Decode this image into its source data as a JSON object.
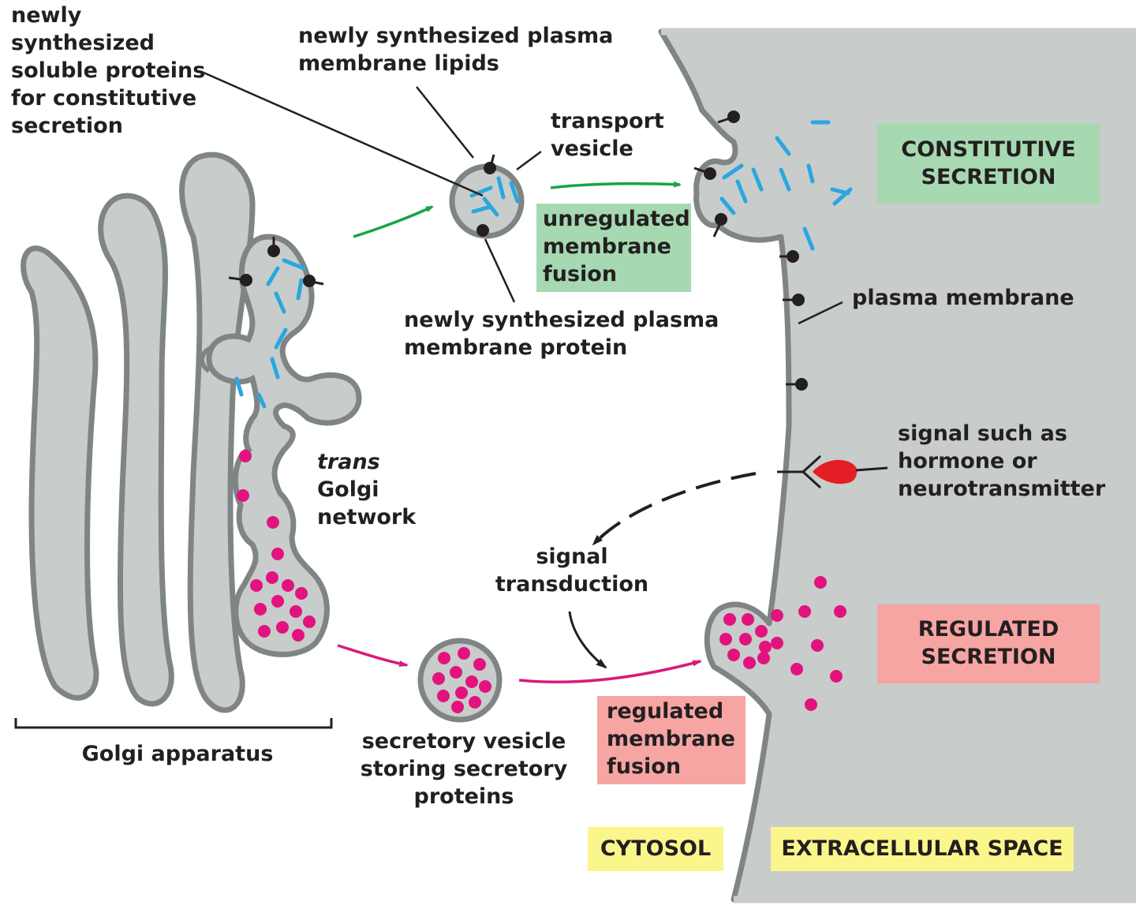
{
  "labels": {
    "soluble_proteins": "newly\nsynthesized\nsoluble proteins\nfor constitutive\nsecretion",
    "membrane_lipids": "newly synthesized plasma\nmembrane lipids",
    "transport_vesicle": "transport\nvesicle",
    "membrane_protein": "newly synthesized plasma\nmembrane protein",
    "trans_word": "trans",
    "golgi_network": "Golgi\nnetwork",
    "plasma_membrane": "plasma membrane",
    "signal": "signal such as\nhormone or\nneurotransmitter",
    "signal_transduction": "signal\ntransduction",
    "golgi_apparatus": "Golgi apparatus",
    "secretory_vesicle": "secretory vesicle\nstoring secretory\nproteins"
  },
  "boxes": {
    "unregulated_fusion": "unregulated\nmembrane\nfusion",
    "constitutive_secretion": "CONSTITUTIVE\nSECRETION",
    "regulated_secretion": "REGULATED\nSECRETION",
    "regulated_fusion": "regulated\nmembrane\nfusion",
    "cytosol": "CYTOSOL",
    "extracellular_space": "EXTRACELLULAR SPACE"
  },
  "colors": {
    "membrane": "#7f8584",
    "fill": "#c8cccb",
    "blue_protein": "#29a7e1",
    "pink_protein": "#e2137f",
    "green_arrow": "#17a34a",
    "pink_arrow": "#d81a7c",
    "signal_red": "#e31e24",
    "green_box": "#a6d9b1",
    "pink_box": "#f6a5a3",
    "yellow_box": "#fbf68c"
  }
}
